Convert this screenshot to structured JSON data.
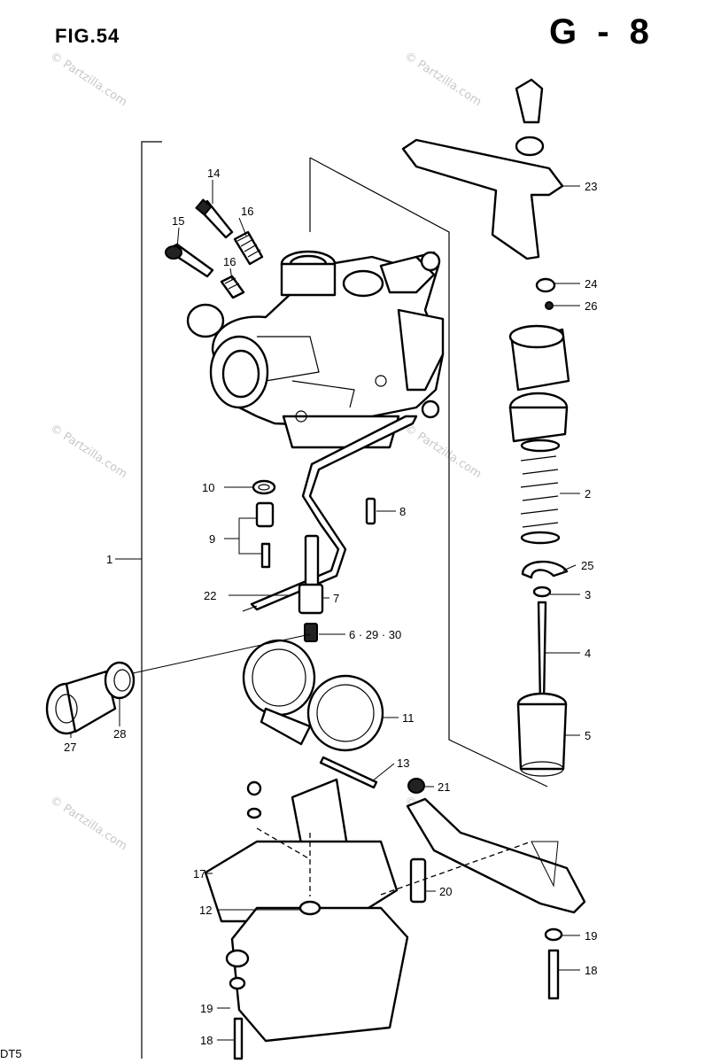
{
  "figure": {
    "title": "FIG.54",
    "code": "G - 8",
    "footer": "DT5"
  },
  "watermark": {
    "text": "© Partzilla.com"
  },
  "labels": {
    "p1": "1",
    "p2": "2",
    "p3": "3",
    "p4": "4",
    "p5": "5",
    "p6": "6 · 29 · 30",
    "p7": "7",
    "p8": "8",
    "p9": "9",
    "p10": "10",
    "p11": "11",
    "p12": "12",
    "p13": "13",
    "p14": "14",
    "p15": "15",
    "p16a": "16",
    "p16b": "16",
    "p17": "17",
    "p18a": "18",
    "p18b": "18",
    "p19a": "19",
    "p19b": "19",
    "p20": "20",
    "p21": "21",
    "p22": "22",
    "p23": "23",
    "p24": "24",
    "p25": "25",
    "p26": "26",
    "p27": "27",
    "p28": "28"
  }
}
